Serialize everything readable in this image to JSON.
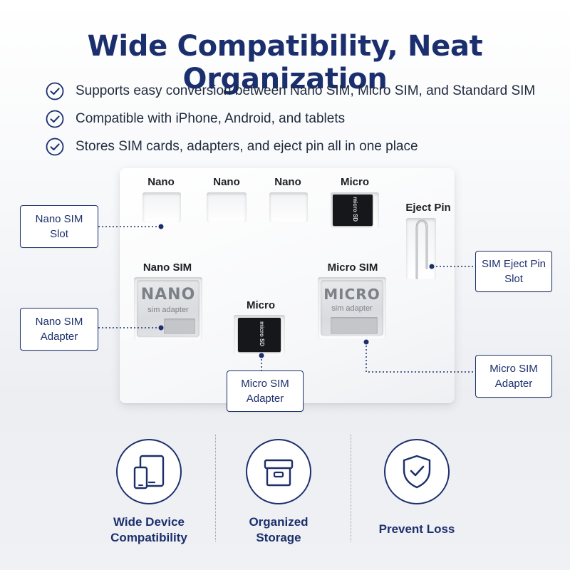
{
  "title": "Wide Compatibility, Neat Organization",
  "bullets": [
    "Supports easy conversion between Nano SIM, Micro SIM, and Standard SIM",
    "Compatible with iPhone, Android, and tablets",
    "Stores SIM cards, adapters, and eject pin all in one place"
  ],
  "card": {
    "top_slots": [
      "Nano",
      "Nano",
      "Nano",
      "Micro"
    ],
    "eject_label": "Eject Pin",
    "nano_adapter_label": "Nano SIM",
    "nano_adapter_text": {
      "big": "NANO",
      "small": "sim adapter"
    },
    "micro_center_label": "Micro",
    "micro_adapter_label": "Micro SIM",
    "micro_adapter_text": {
      "big": "MICRO",
      "small": "sim adapter"
    },
    "microsd_text": "micro SD"
  },
  "callouts": {
    "nano_slot": [
      "Nano SIM",
      "Slot"
    ],
    "nano_adapter": [
      "Nano SIM",
      "Adapter"
    ],
    "micro_adapter_center": [
      "Micro SIM",
      "Adapter"
    ],
    "eject_slot": [
      "SIM Eject Pin",
      "Slot"
    ],
    "micro_adapter_right": [
      "Micro SIM",
      "Adapter"
    ]
  },
  "features": [
    {
      "icon": "devices-icon",
      "label_line1": "Wide Device",
      "label_line2": "Compatibility"
    },
    {
      "icon": "storage-box-icon",
      "label_line1": "Organized",
      "label_line2": "Storage"
    },
    {
      "icon": "shield-check-icon",
      "label_line1": "Prevent Loss",
      "label_line2": ""
    }
  ],
  "colors": {
    "navy": "#1b2f6e",
    "text": "#1f2a3d"
  }
}
